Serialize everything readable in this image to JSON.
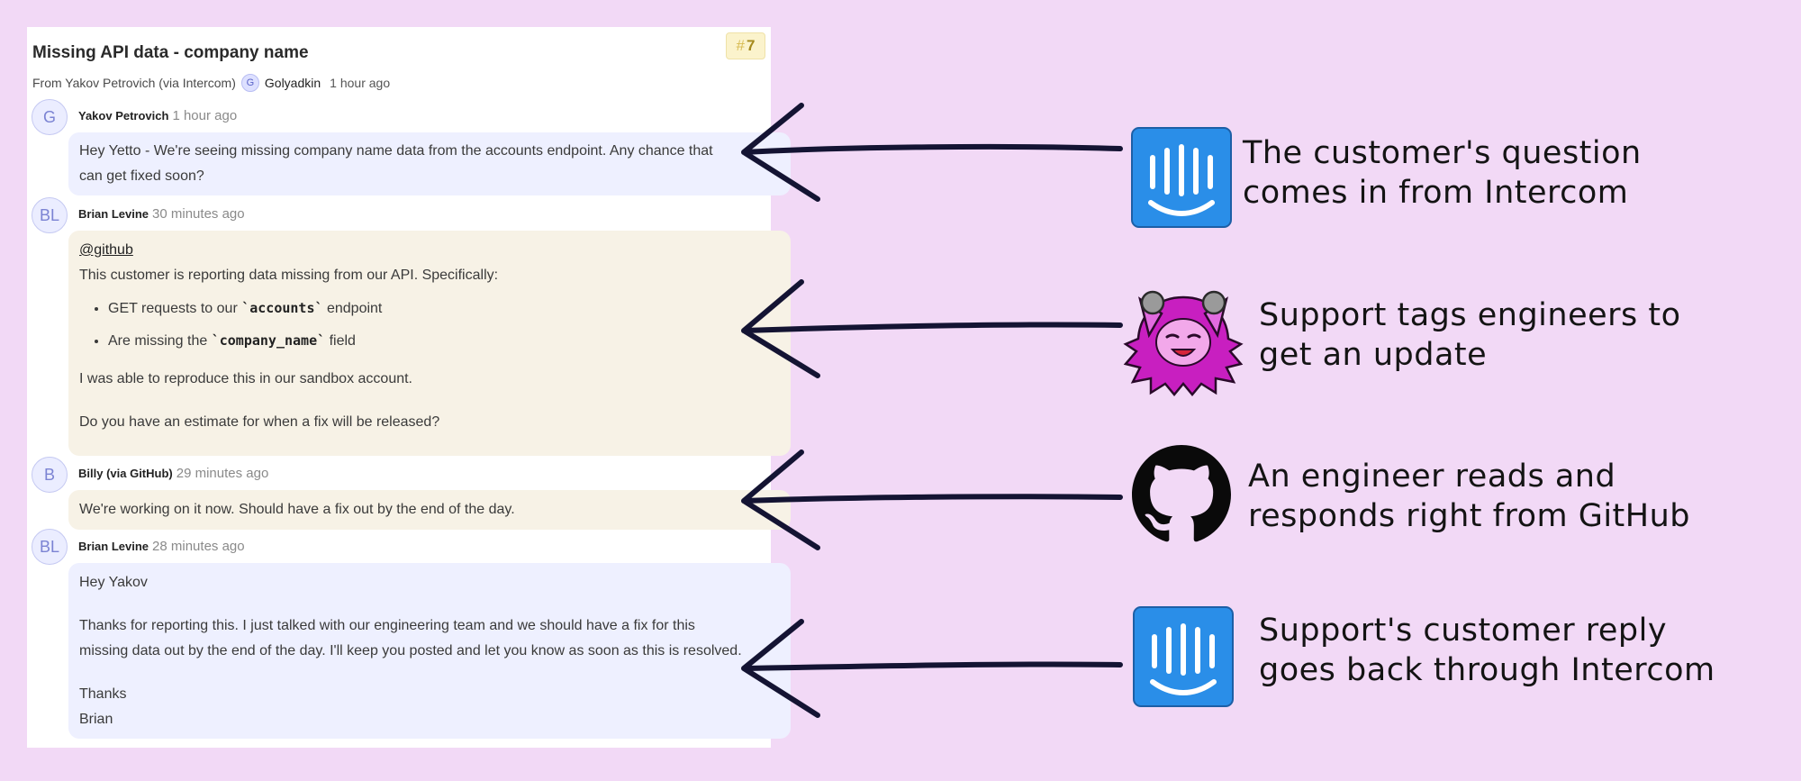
{
  "ticket": {
    "title": "Missing API data - company name",
    "number_prefix": "#",
    "number": "7",
    "from_text": "From Yakov Petrovich (via Intercom)",
    "assignee_initial": "G",
    "assignee": "Golyadkin",
    "time": "1 hour ago"
  },
  "messages": [
    {
      "initials": "G",
      "author": "Yakov Petrovich",
      "time": "1 hour ago",
      "lines": [
        "Hey Yetto - We're seeing missing company name data from the accounts endpoint. Any chance that",
        "can get fixed soon?"
      ]
    },
    {
      "initials": "BL",
      "author": "Brian Levine",
      "time": "30 minutes ago",
      "mention": "@github",
      "intro": "This customer is reporting data missing from our API. Specifically:",
      "bullets": [
        {
          "before": "GET requests to our ",
          "code": "`accounts`",
          "after": " endpoint"
        },
        {
          "before": "Are missing the ",
          "code": "`company_name`",
          "after": " field"
        }
      ],
      "para2": "I was able to reproduce this in our sandbox account.",
      "para3": "Do you have an estimate for when a fix will be released?"
    },
    {
      "initials": "B",
      "author": "Billy (via GitHub)",
      "time": "29 minutes ago",
      "text": "We're working on it now. Should have a fix out by the end of the day."
    },
    {
      "initials": "BL",
      "author": "Brian Levine",
      "time": "28 minutes ago",
      "greeting": "Hey Yakov",
      "body_lines": [
        "Thanks for reporting this. I just talked with our engineering team and we should have a fix for this",
        "missing data out by the end of the day. I'll keep you posted and let you know as soon as this is resolved."
      ],
      "sign1": "Thanks",
      "sign2": "Brian"
    }
  ],
  "annotations": [
    {
      "icon": "intercom-icon",
      "line1": "The customer's question",
      "line2": "comes in from Intercom"
    },
    {
      "icon": "yetto-mascot-icon",
      "line1": "Support tags engineers to",
      "line2": "get an update"
    },
    {
      "icon": "github-icon",
      "line1": "An engineer reads and",
      "line2": "responds right from GitHub"
    },
    {
      "icon": "intercom-icon",
      "line1": "Support's customer reply",
      "line2": "goes back through Intercom"
    }
  ],
  "colors": {
    "background": "#f2d9f6",
    "intercom_blue": "#2a8ee8",
    "mascot_magenta": "#c81fc0",
    "arrow": "#141433"
  }
}
